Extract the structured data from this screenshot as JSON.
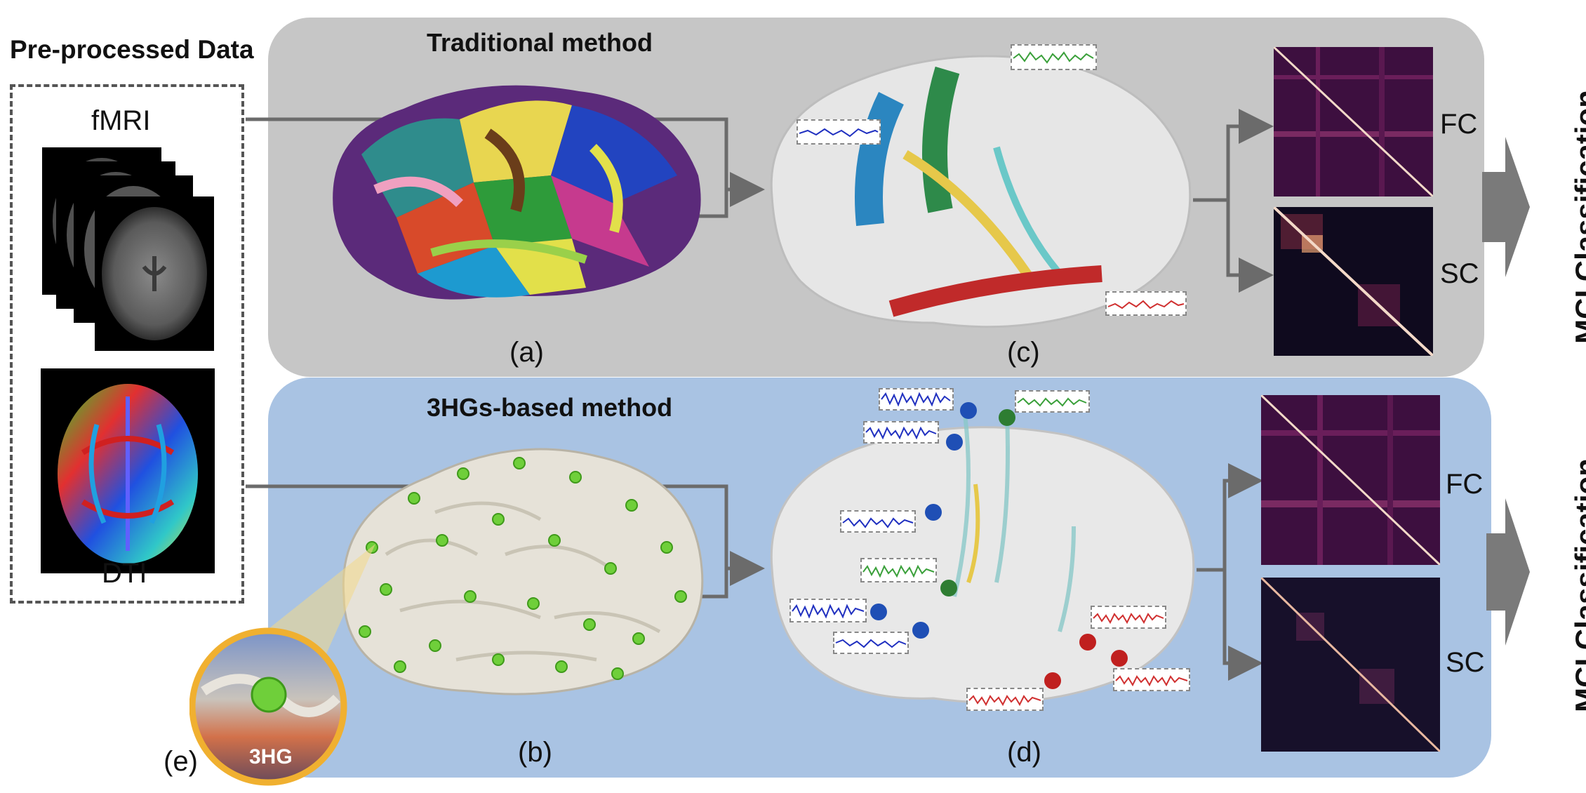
{
  "data_panel": {
    "title": "Pre-processed Data",
    "fmri_label": "fMRI",
    "dti_label": "DTI"
  },
  "traditional": {
    "title": "Traditional method",
    "label_a": "(a)",
    "label_c": "(c)",
    "fc": "FC",
    "sc": "SC",
    "classification": "MCI Classification"
  },
  "hg": {
    "title": "3HGs-based method",
    "label_b": "(b)",
    "label_d": "(d)",
    "label_e": "(e)",
    "fc": "FC",
    "sc": "SC",
    "classification": "MCI Classification",
    "zoom_text": "3HG"
  },
  "colors": {
    "top_panel": "#c6c6c6",
    "bottom_panel": "#a9c3e3",
    "arrow": "#6b6b6b",
    "zoom_ring": "#f0b030",
    "node_green": "#6fcf3a",
    "node_blue": "#1f4fb5",
    "node_red": "#c0201f"
  }
}
